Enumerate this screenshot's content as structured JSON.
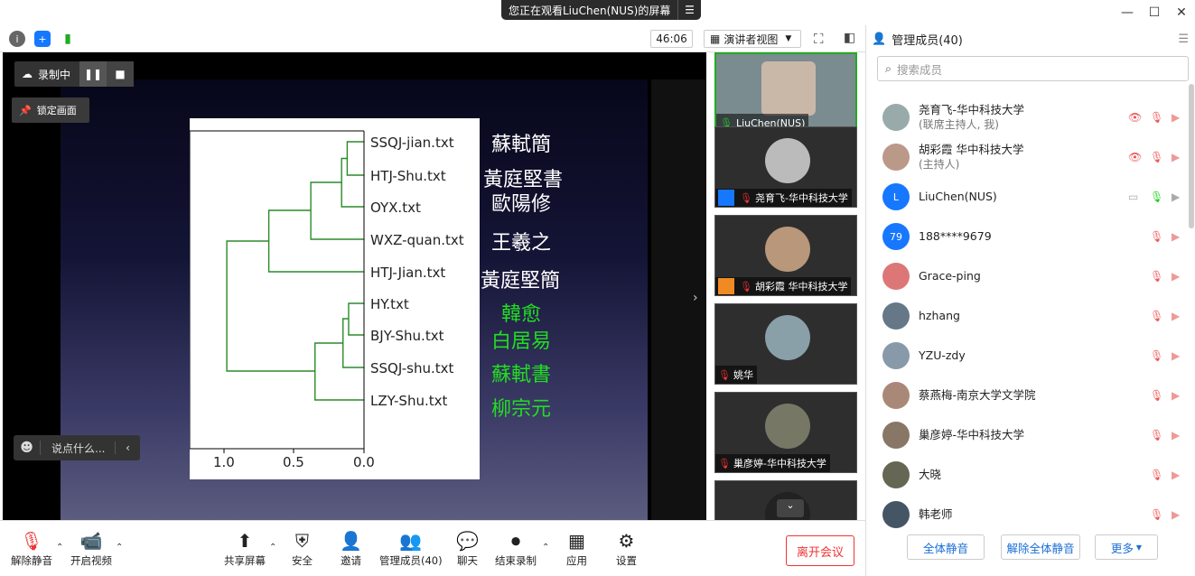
{
  "banner": {
    "text": "您正在观看LiuChen(NUS)的屏幕",
    "menu_icon": "menu-icon"
  },
  "window_controls": {
    "minimize": "—",
    "maximize": "☐",
    "close": "✕"
  },
  "toolbar": {
    "timer": "46:06",
    "view_mode": "演讲者视图"
  },
  "stage": {
    "recording_label": "录制中",
    "lock_label": "锁定画面",
    "chat_placeholder": "说点什么...",
    "dendrogram": {
      "leaves": [
        "SSQJ-jian.txt",
        "HTJ-Shu.txt",
        "OYX.txt",
        "WXZ-quan.txt",
        "HTJ-Jian.txt",
        "HY.txt",
        "BJY-Shu.txt",
        "SSQJ-shu.txt",
        "LZY-Shu.txt"
      ],
      "ticks": [
        "1.0",
        "0.5",
        "0.0"
      ]
    },
    "chinese_labels": [
      {
        "text": "蘇軾簡",
        "color": "#ffffff"
      },
      {
        "text": "黃庭堅書",
        "color": "#ffffff"
      },
      {
        "text": "歐陽修",
        "color": "#ffffff"
      },
      {
        "text": "王羲之",
        "color": "#ffffff"
      },
      {
        "text": "黃庭堅簡",
        "color": "#ffffff"
      },
      {
        "text": "韓愈",
        "color": "#22dd22"
      },
      {
        "text": "白居易",
        "color": "#22dd22"
      },
      {
        "text": "蘇軾書",
        "color": "#22dd22"
      },
      {
        "text": "柳宗元",
        "color": "#22dd22"
      }
    ]
  },
  "thumbnails": [
    {
      "name": "LiuChen(NUS)"
    },
    {
      "name": "尧育飞-华中科技大学"
    },
    {
      "name": "胡彩霞 华中科技大学"
    },
    {
      "name": "姚华"
    },
    {
      "name": "巢彦婷-华中科技大学"
    }
  ],
  "bottombar": {
    "unmute": "解除静音",
    "video": "开启视频",
    "share": "共享屏幕",
    "security": "安全",
    "invite": "邀请",
    "members": "管理成员(40)",
    "chat": "聊天",
    "end_record": "结束录制",
    "apps": "应用",
    "settings": "设置",
    "leave": "离开会议"
  },
  "panel": {
    "title": "管理成员(40)",
    "search_placeholder": "搜索成员",
    "members": [
      {
        "name": "尧育飞-华中科技大学",
        "role": "(联席主持人, 我)",
        "avatar": "",
        "color": "#9aa"
      },
      {
        "name": "胡彩霞 华中科技大学",
        "role": "(主持人)",
        "avatar": "",
        "color": "#b98"
      },
      {
        "name": "LiuChen(NUS)",
        "role": "",
        "avatar": "L",
        "color": "#1677ff"
      },
      {
        "name": "188****9679",
        "role": "",
        "avatar": "79",
        "color": "#1677ff"
      },
      {
        "name": "Grace-ping",
        "role": "",
        "avatar": "",
        "color": "#d77"
      },
      {
        "name": "hzhang",
        "role": "",
        "avatar": "",
        "color": "#678"
      },
      {
        "name": "YZU-zdy",
        "role": "",
        "avatar": "",
        "color": "#89a"
      },
      {
        "name": "蔡燕梅-南京大学文学院",
        "role": "",
        "avatar": "",
        "color": "#a87"
      },
      {
        "name": "巢彦婷-华中科技大学",
        "role": "",
        "avatar": "",
        "color": "#876"
      },
      {
        "name": "大晓",
        "role": "",
        "avatar": "",
        "color": "#665"
      },
      {
        "name": "韩老师",
        "role": "",
        "avatar": "",
        "color": "#456"
      }
    ],
    "mute_all": "全体静音",
    "unmute_all": "解除全体静音",
    "more": "更多"
  }
}
